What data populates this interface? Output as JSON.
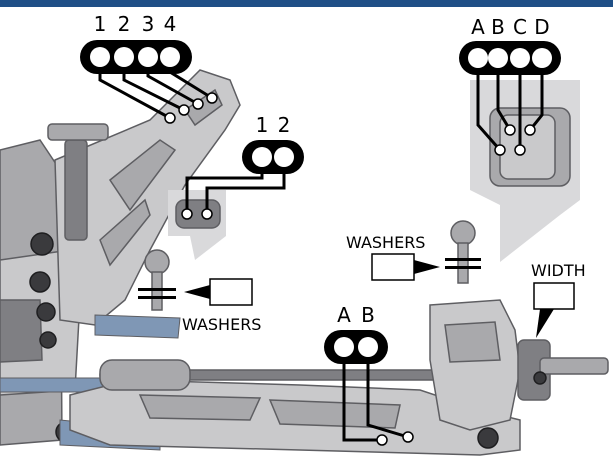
{
  "colors": {
    "top_bar": "#1f4f86",
    "part_light": "#c9c9cb",
    "part_mid": "#a9a9ac",
    "part_dark": "#7f7f83",
    "part_outline": "#5e5e62",
    "callout_bg": "#d9d9db",
    "blue_plate": "#7f97b5"
  },
  "labels": {
    "holes_top": [
      "1",
      "2",
      "3",
      "4"
    ],
    "holes_mid": [
      "1",
      "2"
    ],
    "holes_right": [
      "A",
      "B",
      "C",
      "D"
    ],
    "holes_bottom": [
      "A",
      "B"
    ],
    "washers_upper": "WASHERS",
    "washers_lower": "WASHERS",
    "width": "WIDTH"
  }
}
